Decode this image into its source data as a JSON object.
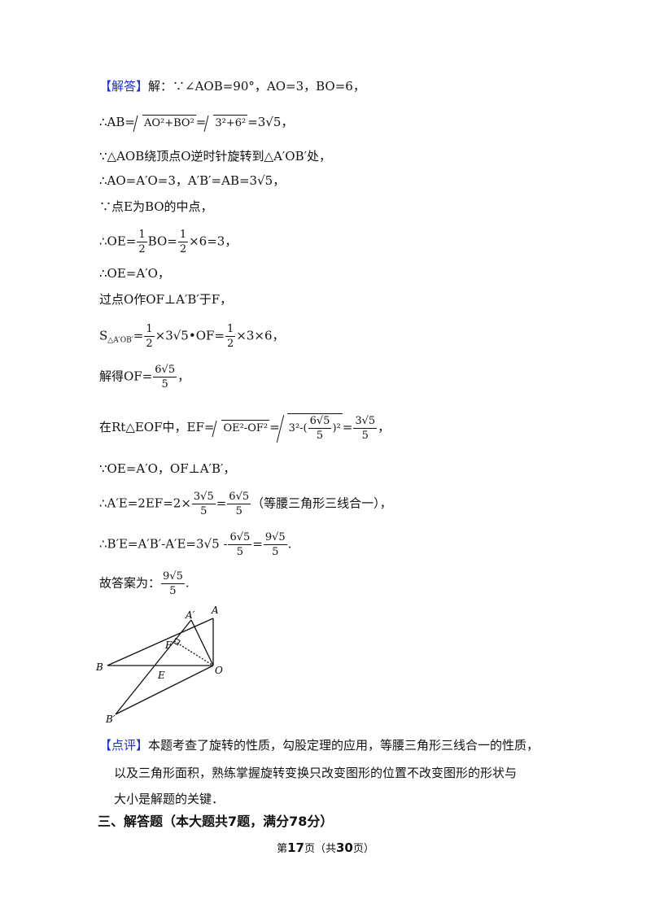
{
  "answer_tag": "【解答】",
  "answer_intro": "解：∵∠AOB=90°，AO=3，BO=6，",
  "ab_prefix": "∴AB=",
  "ab_rad1": "AO²+BO²",
  "ab_rad2": "3²+6²",
  "ab_result": "=3√5，",
  "rotation_line": "∵△AOB绕顶点O逆时针旋转到△A′OB′处，",
  "ao_line": "∴AO=A′O=3，A′B′=AB=3√5，",
  "midpoint_line": "∵点E为BO的中点，",
  "oe_prefix": "∴OE=",
  "oe_mid": "BO=",
  "oe_suffix": "×6=3，",
  "oe_eq_line": "∴OE=A′O，",
  "perp_line": "过点O作OF⊥A′B′于F，",
  "area_prefix": "S",
  "area_sub": "△A′OB′",
  "area_mid": "×3√5•OF=",
  "area_suffix": "×3×6，",
  "solve_prefix": "解得OF=",
  "rt_prefix": "在Rt△EOF中，EF=",
  "rt_rad1": "OE²-OF²",
  "cond_line": "∵OE=A′O，OF⊥A′B′，",
  "ae_prefix": "∴A′E=2EF=2×",
  "ae_note": "（等腰三角形三线合一），",
  "be_prefix": "∴B′E=A′B′-A′E=3√5 -",
  "final_prefix": "故答案为：",
  "comment_tag": "【点评】",
  "comment_l1": "本题考查了旋转的性质，勾股定理的应用，等腰三角形三线合一的性质，",
  "comment_l2": "以及三角形面积，熟练掌握旋转变换只改变图形的位置不改变图形的形状与",
  "comment_l3": "大小是解题的关键．",
  "section_title": "三、解答题（本大题共7题，满分78分）",
  "footer_pre": "第",
  "footer_page": "17",
  "footer_mid": "页（共",
  "footer_total": "30",
  "footer_post": "页）",
  "fig_labels": {
    "A": "A",
    "A1": "A′",
    "B": "B",
    "B1": "B′",
    "O": "O",
    "E": "E",
    "F": "F"
  }
}
